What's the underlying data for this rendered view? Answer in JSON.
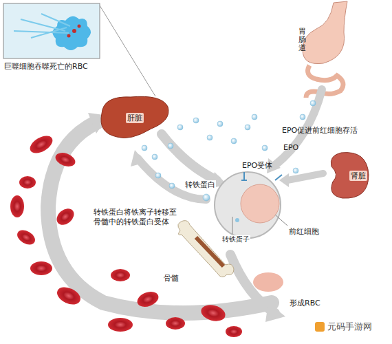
{
  "diagram": {
    "nodes": [
      {
        "text": [
          "肝脏"
        ]
      },
      {
        "text": [
          "肾脏"
        ]
      }
    ],
    "labels": [
      "巨噬细胞吞噬死亡的RBC",
      "胃肠道",
      "EPO促进前红细胞存活",
      "EPO",
      "EPO受体",
      "转铁蛋白",
      "转铁蛋白将铁离子转移至骨髓中的转铁蛋白受体",
      "转铁蛋子",
      "前红细胞",
      "骨髓",
      "形成RBC",
      "元码手游网"
    ]
  }
}
